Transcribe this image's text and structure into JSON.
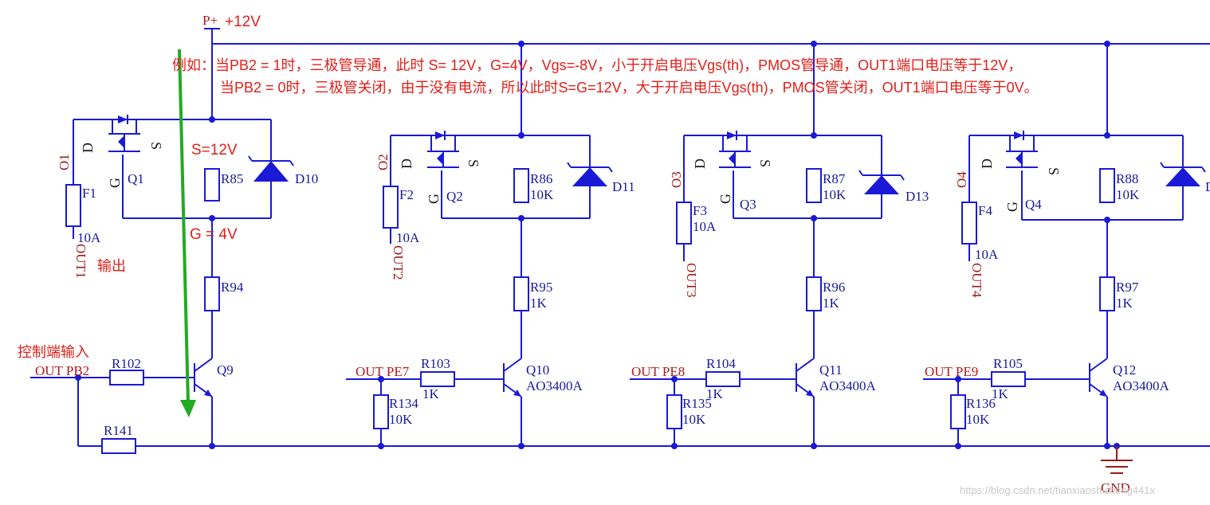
{
  "power": {
    "net": "P+",
    "voltage": "+12V",
    "ground": "GND"
  },
  "annotation": {
    "line1": "例如：当PB2 = 1时，三极管导通，此时 S= 12V，G=4V，Vgs=-8V，小于开启电压Vgs(th)，PMOS管导通，OUT1端口电压等于12V，",
    "line2": "当PB2 = 0时，三极管关闭，由于没有电流，所以此时S=G=12V，大于开启电压Vgs(th)，PMOS管关闭，OUT1端口电压等于0V。",
    "s_voltage": "S=12V",
    "g_voltage": "G = 4V",
    "output_note": "输出",
    "input_note": "控制端输入"
  },
  "channels": [
    {
      "mos": "Q1",
      "fuse": "F1",
      "fuse_value": "10A",
      "out_port": "O1",
      "out_net": "OUT1",
      "diode": "D10",
      "r_gs": "R85",
      "r_gs_value": "",
      "r_coll": "R94",
      "r_coll_value": "",
      "bjt": "Q9",
      "bjt_part": "",
      "input_net": "OUT  PB2",
      "r_base": "R102",
      "r_base_value": "",
      "r_pull": "R141",
      "r_pull_value": ""
    },
    {
      "mos": "Q2",
      "fuse": "F2",
      "fuse_value": "10A",
      "out_port": "O2",
      "out_net": "OUT2",
      "diode": "D11",
      "r_gs": "R86",
      "r_gs_value": "10K",
      "r_coll": "R95",
      "r_coll_value": "1K",
      "bjt": "Q10",
      "bjt_part": "AO3400A",
      "input_net": "OUT  PE7",
      "r_base": "R103",
      "r_base_value": "1K",
      "r_pull": "R134",
      "r_pull_value": "10K"
    },
    {
      "mos": "Q3",
      "fuse": "F3",
      "fuse_value": "10A",
      "out_port": "O3",
      "out_net": "OUT3",
      "diode": "D13",
      "r_gs": "R87",
      "r_gs_value": "10K",
      "r_coll": "R96",
      "r_coll_value": "1K",
      "bjt": "Q11",
      "bjt_part": "AO3400A",
      "input_net": "OUT  PE8",
      "r_base": "R104",
      "r_base_value": "1K",
      "r_pull": "R135",
      "r_pull_value": "10K"
    },
    {
      "mos": "Q4",
      "fuse": "F4",
      "fuse_value": "10A",
      "out_port": "O4",
      "out_net": "OUT4",
      "diode": "D",
      "r_gs": "R88",
      "r_gs_value": "10K",
      "r_coll": "R97",
      "r_coll_value": "1K",
      "bjt": "Q12",
      "bjt_part": "AO3400A",
      "input_net": "OUT  PE9",
      "r_base": "R105",
      "r_base_value": "1K",
      "r_pull": "R136",
      "r_pull_value": "10K"
    }
  ],
  "pins": {
    "drain": "D",
    "gate": "G",
    "source": "S"
  },
  "watermark": "https://blog.csdn.net/tianxiaoshicheng441x",
  "colors": {
    "wire": "#1a1ad6",
    "annotation": "#e0201a",
    "arrow": "#22aa22",
    "net_label": "#9c1a1a"
  }
}
